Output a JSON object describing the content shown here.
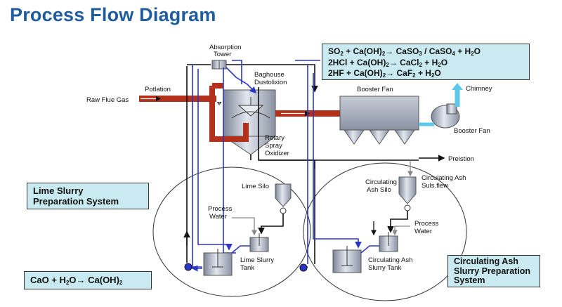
{
  "title": "Process Flow Diagram",
  "equations": {
    "eq1": [
      "SO",
      "2",
      " + Ca(OH)",
      "2",
      "→",
      " CaSO",
      "3",
      " / CaSO",
      "4",
      " + H",
      "2",
      "O"
    ],
    "eq2": [
      "2HCl + Ca(OH)",
      "2",
      "→",
      " CaCl",
      "2",
      " + H",
      "2",
      "O"
    ],
    "eq3": [
      "2HF + Ca(OH)",
      "2",
      "→",
      " CaF",
      "2",
      " + H",
      "2",
      "O"
    ]
  },
  "boxes": {
    "lime_system": [
      "Lime Slurry",
      "Preparation System"
    ],
    "cao": [
      "CaO + H",
      "2",
      "O",
      "→",
      " Ca(OH)",
      "2"
    ],
    "ash_system": [
      "Circulating Ash",
      "Slurry Preparation",
      "System"
    ]
  },
  "labels": {
    "absorption_tower": [
      "Absorption",
      "Tower"
    ],
    "baghouse": [
      "Baghouse",
      "Dustolixion"
    ],
    "potlation": "Potlation",
    "raw_flue_gas": "Raw Flue Gas",
    "rotary": [
      "Rotary",
      "Spray",
      "Oxidizer"
    ],
    "booster_fan_top": "Booster Fan",
    "booster_fan_right": "Booster Fan",
    "chimney": "Chimney",
    "preistion": "Preistion",
    "circ_ash_silo_left": [
      "Circulating",
      "Ash Silo"
    ],
    "circ_ash_silo_right": [
      "Circulating Ash",
      "Suls.flew"
    ],
    "lime_silo": "Lime Silo",
    "process_water_left": [
      "Process",
      "Water"
    ],
    "process_water_right": [
      "Process",
      "Water"
    ],
    "lime_slurry_tank": [
      "Lime Slurry",
      "Tank"
    ],
    "circ_ash_slurry_tank": [
      "Circulating Ash",
      "Slurry Tank"
    ]
  },
  "colors": {
    "title": "#1f5c9e",
    "flue_gas": "#b3301a",
    "slurry_line": "#2b35c8",
    "box_fill": "#c9eaf0",
    "chimney_arrow": "#5ec8e8"
  }
}
